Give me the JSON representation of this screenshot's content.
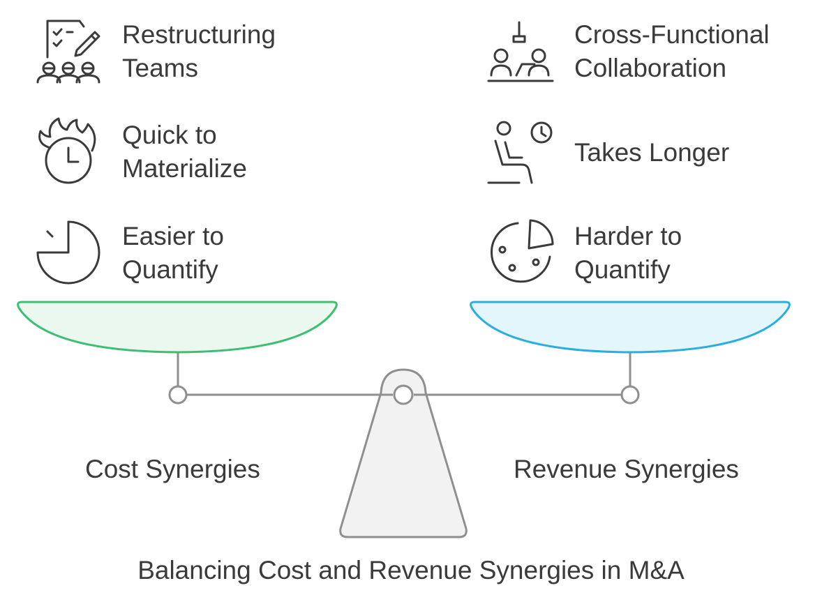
{
  "title": "Balancing Cost and Revenue Synergies in M&A",
  "left": {
    "name": "Cost Synergies",
    "pan_color": "#3dbf72",
    "pan_fill": "#eaf8ef",
    "items": [
      {
        "icon": "team-restructure-icon",
        "line1": "Restructuring",
        "line2": "Teams"
      },
      {
        "icon": "burning-clock-icon",
        "line1": "Quick to",
        "line2": "Materialize"
      },
      {
        "icon": "pie-chart-icon",
        "line1": "Easier to",
        "line2": "Quantify"
      }
    ]
  },
  "right": {
    "name": "Revenue Synergies",
    "pan_color": "#2aaee0",
    "pan_fill": "#e3f6fc",
    "items": [
      {
        "icon": "collaboration-icon",
        "line1": "Cross-Functional",
        "line2": "Collaboration"
      },
      {
        "icon": "waiting-person-icon",
        "line1": "Takes Longer",
        "line2": ""
      },
      {
        "icon": "scattered-pie-icon",
        "line1": "Harder to",
        "line2": "Quantify"
      }
    ]
  }
}
